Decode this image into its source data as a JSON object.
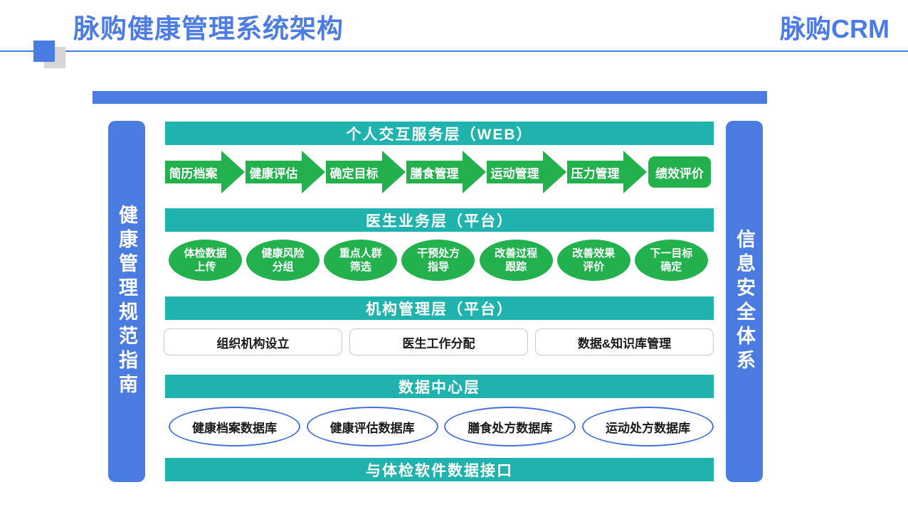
{
  "header": {
    "title": "脉购健康管理系统架构",
    "logo": "脉购CRM"
  },
  "pillars": {
    "left": "健康管理规范指南",
    "right": "信息安全体系"
  },
  "layers": {
    "web": "个人交互服务层（WEB）",
    "doctor": "医生业务层（平台）",
    "org": "机构管理层（平台）",
    "data_center": "数据中心层",
    "interface": "与体检软件数据接口"
  },
  "flow": {
    "steps": [
      "简历档案",
      "健康评估",
      "确定目标",
      "膳食管理",
      "运动管理",
      "压力管理"
    ],
    "end": "绩效评价"
  },
  "doctor_tasks": [
    {
      "line1": "体检数据",
      "line2": "上传"
    },
    {
      "line1": "健康风险",
      "line2": "分组"
    },
    {
      "line1": "重点人群",
      "line2": "筛选"
    },
    {
      "line1": "干预处方",
      "line2": "指导"
    },
    {
      "line1": "改善过程",
      "line2": "跟踪"
    },
    {
      "line1": "改善效果",
      "line2": "评价"
    },
    {
      "line1": "下一目标",
      "line2": "确定"
    }
  ],
  "org_functions": [
    "组织机构设立",
    "医生工作分配",
    "数据&知识库管理"
  ],
  "databases": [
    "健康档案数据库",
    "健康评估数据库",
    "膳食处方数据库",
    "运动处方数据库"
  ],
  "colors": {
    "blue": "#4A7BE0",
    "title_blue": "#4C7CE4",
    "teal": "#20B2AC",
    "green": "#22B14C",
    "db_border": "#4472E0",
    "gray_square": "#D6D6D6"
  }
}
